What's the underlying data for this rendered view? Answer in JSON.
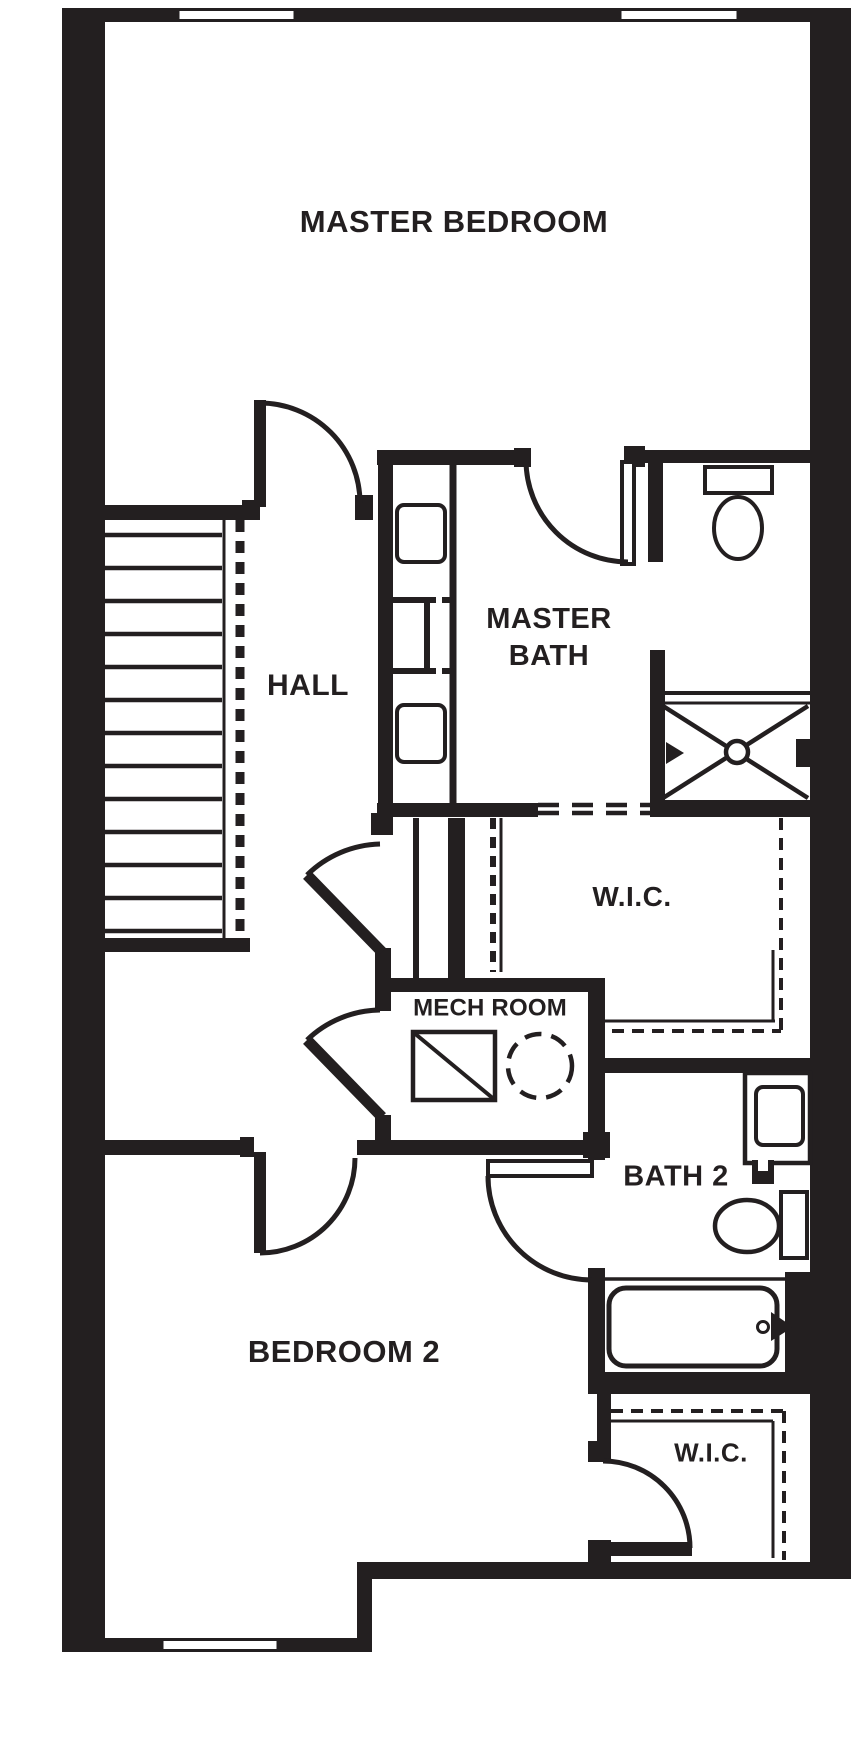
{
  "colors": {
    "ink": "#231f20",
    "background": "#ffffff"
  },
  "labels": {
    "master_bedroom": "MASTER BEDROOM",
    "hall": "HALL",
    "master_bath": "MASTER\nBATH",
    "wic_master": "W.I.C.",
    "mech_room": "MECH ROOM",
    "bath_2": "BATH 2",
    "bedroom_2": "BEDROOM 2",
    "wic_bedroom_2": "W.I.C."
  }
}
